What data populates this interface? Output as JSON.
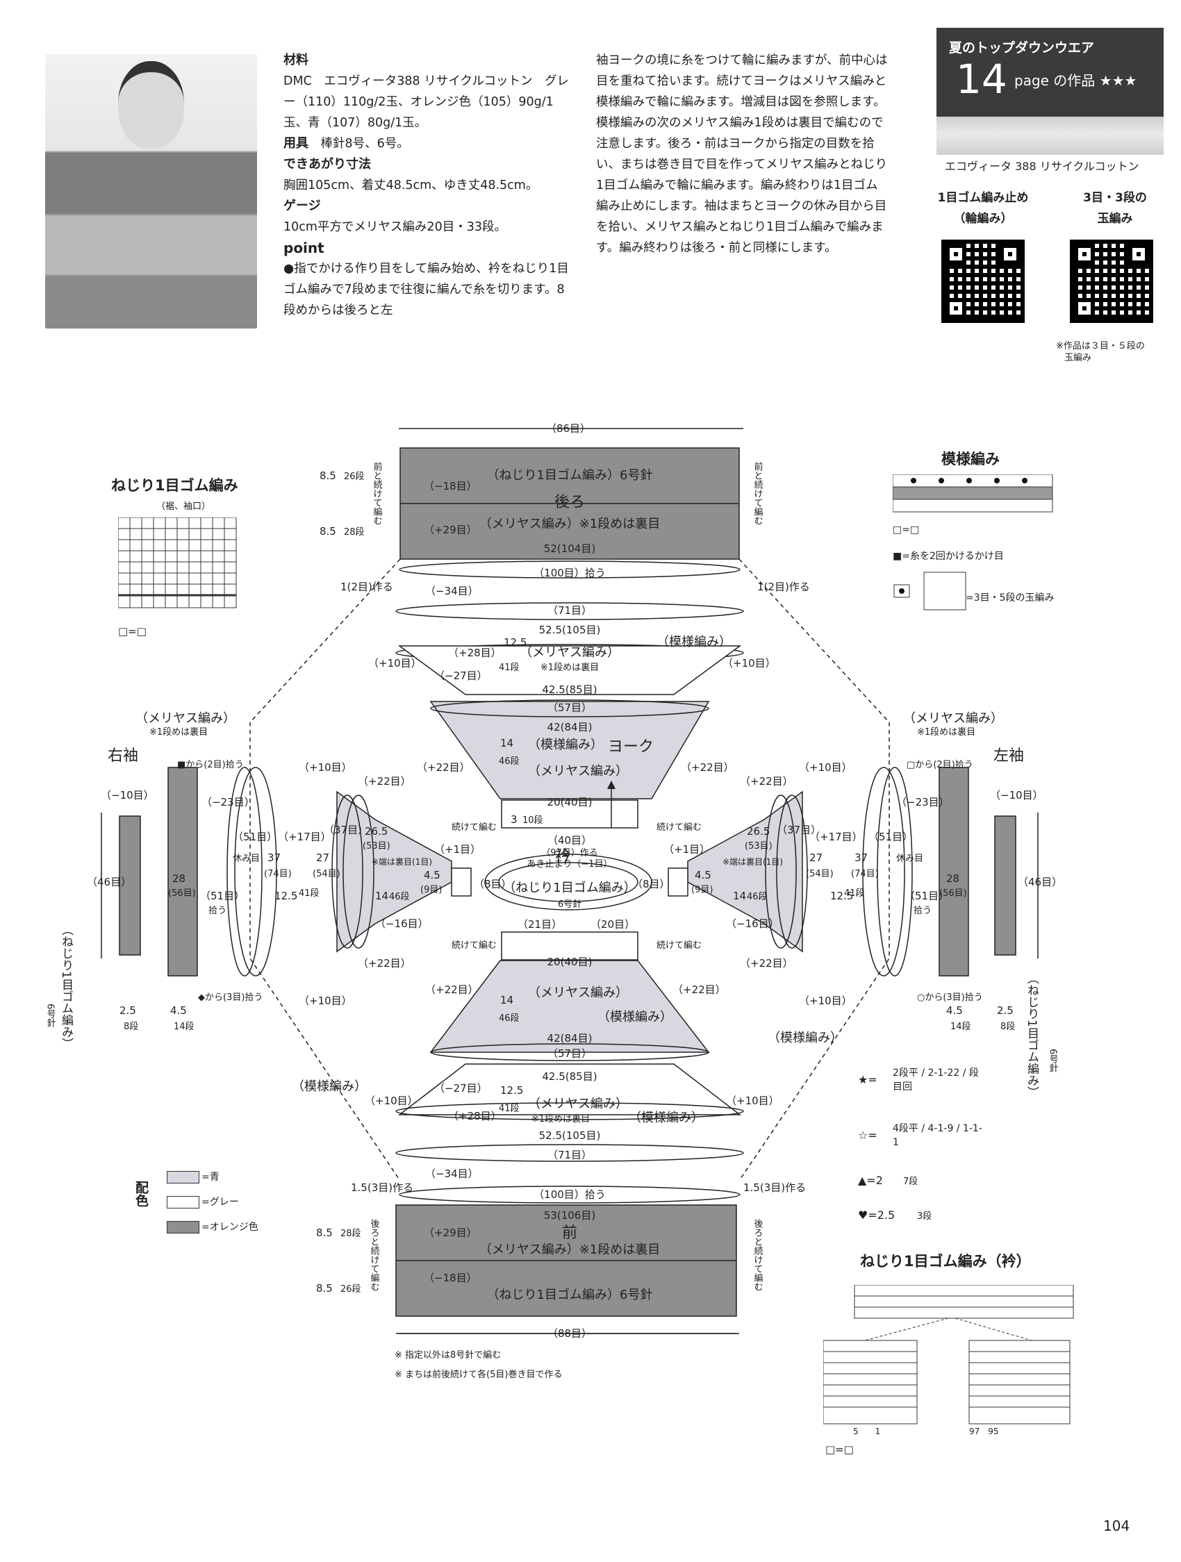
{
  "materials": {
    "title": "材料",
    "yarn_line1": "DMC　エコヴィータ388 リサイクルコットン　グレー（110）110g/2玉、オレンジ色（105）90g/1玉、青（107）80g/1玉。",
    "tools_label": "用具",
    "tools": "棒針8号、6号。",
    "size_label": "できあがり寸法",
    "size": "胸囲105cm、着丈48.5cm、ゆき丈48.5cm。",
    "gauge_label": "ゲージ",
    "gauge": "10cm平方でメリヤス編み20目・33段。",
    "point_label": "point",
    "point_text": "●指でかける作り目をして編み始め、衿をねじり1目ゴム編みで7段めまで往復に編んで糸を切ります。8段めからは後ろと左"
  },
  "instructions_col2": "袖ヨークの境に糸をつけて輪に編みますが、前中心は目を重ねて拾います。続けてヨークはメリヤス編みと模様編みで輪に編みます。増減目は図を参照します。模様編みの次のメリヤス編み1段めは裏目で編むので注意します。後ろ・前はヨークから指定の目数を拾い、まちは巻き目で目を作ってメリヤス編みとねじり1目ゴム編みで輪に編みます。編み終わりは1目ゴム編み止めにします。袖はまちとヨークの休み目から目を拾い、メリヤス編みとねじり1目ゴム編みで編みます。編み終わりは後ろ・前と同様にします。",
  "header": {
    "series": "夏のトップダウンウエア",
    "number": "14",
    "page_label": "page の作品 ★★★",
    "yarn_name": "エコヴィータ 388 リサイクルコットン"
  },
  "qr": {
    "left_label_1": "1目ゴム編み止め",
    "left_label_2": "（輪編み）",
    "right_label_1": "3目・3段の",
    "right_label_2": "玉編み",
    "note_1": "※作品は３目・５段の",
    "note_2": "玉編み"
  },
  "diagram": {
    "back_top_count": "（86目）",
    "back_rib": "（ねじり1目ゴム編み）6号針",
    "back_title": "後ろ",
    "back_st": "（メリヤス編み）※1段めは裏目",
    "back_dec": "（−18目）",
    "back_inc": "（+29目）",
    "back_width": "52(104目)",
    "back_pick": "（100目）拾う",
    "back_h1": "8.5",
    "back_h1_rows": "26段",
    "back_h2": "8.5",
    "back_h2_rows": "28段",
    "back_side": "前と続けて編む",
    "cast_left": "1(2目)作る",
    "cast_right": "1(2目)作る",
    "yoke_title": "ヨーク",
    "yoke_minus34": "（−34目）",
    "yoke_71": "（71目）",
    "yoke_525": "52.5(105目)",
    "yoke_pattern": "（模様編み）",
    "yoke_st": "（メリヤス編み）",
    "yoke_st_note": "※1段めは裏目",
    "yoke_plus28": "（+28目）",
    "yoke_minus27": "（−27目）",
    "yoke_125": "12.5",
    "yoke_41": "41段",
    "yoke_425": "42.5(85目)",
    "yoke_57": "（57目）",
    "yoke_42": "42(84目)",
    "yoke_14": "14",
    "yoke_46": "46段",
    "yoke_20": "20(40目)",
    "yoke_3": "3",
    "yoke_10": "10段",
    "yoke_40": "（40目）",
    "plus10": "（+10目）",
    "plus22": "（+22目）",
    "plus17": "（+17目）",
    "plus1": "（+1目）",
    "minus16": "（−16目）",
    "minus10": "（−10目）",
    "minus23": "（−23目）",
    "collar": "衿",
    "collar_rib": "（ねじり1目ゴム編み）",
    "collar_needle": "6号針",
    "collar_97": "（97目）作る",
    "collar_open": "あき止まり（−1目）",
    "collar_21": "（21目）",
    "collar_20": "（20目）",
    "cont": "続けて編む",
    "right_sleeve": "右袖",
    "left_sleeve": "左袖",
    "sleeve_st": "（メリヤス編み）",
    "sleeve_note": "※1段めは裏目",
    "sleeve_pattern": "（模様編み）",
    "sleeve_46": "（46目）",
    "sleeve_28": "28",
    "sleeve_56": "(56目)",
    "sleeve_51": "（51目）",
    "sleeve_pick": "拾う",
    "sleeve_37": "37",
    "sleeve_74": "(74目)",
    "sleeve_27": "27",
    "sleeve_54": "(54目)",
    "sleeve_125": "12.5",
    "sleeve_41": "41段",
    "sleeve_37b": "（37目）",
    "sleeve_265": "26.5",
    "sleeve_53": "(53目)",
    "sleeve_edge": "※端は裏目(1目)",
    "sleeve_45": "4.5",
    "sleeve_9": "(9目)",
    "sleeve_8": "（8目）",
    "sleeve_14": "14",
    "sleeve_46r": "46段",
    "sleeve_rest": "休み目",
    "sleeve_rib": "（ねじり1目ゴム編み）",
    "sleeve_needle": "6号針",
    "sleeve_25": "2.5",
    "sleeve_8r": "8段",
    "sleeve_45b": "4.5",
    "sleeve_14r": "14段",
    "from_sq_black": "■から(2目)拾う",
    "from_sq_white": "□から(2目)拾う",
    "from_dia_black": "◆から(3目)拾う",
    "from_circle": "○から(3目)拾う",
    "front_title": "前",
    "front_st": "（メリヤス編み）※1段めは裏目",
    "front_rib": "（ねじり1目ゴム編み）6号針",
    "front_width": "53(106目)",
    "front_pick": "（100目）拾う",
    "front_inc": "（+29目）",
    "front_dec": "（−18目）",
    "front_bottom": "（88目）",
    "front_side": "後ろと続けて編む",
    "front_cast_l": "1.5(3目)作る",
    "front_cast_r": "1.5(3目)作る",
    "front_h1": "8.5",
    "front_h1_rows": "28段",
    "front_h2": "8.5",
    "front_h2_rows": "26段",
    "note1": "※ 指定以外は8号針で編む",
    "note2": "※ まちは前後続けて各(5目)巻き目で作る"
  },
  "legend_color": {
    "title": "配色",
    "blue": "=青",
    "gray": "=グレー",
    "orange": "=オレンジ色",
    "blue_hex": "#d8d8e0",
    "gray_hex": "#ffffff",
    "orange_hex": "#8f8f8f"
  },
  "legend_symbols": {
    "star": "★=",
    "star_rule": "2段平 / 2-1-22 / 段目回",
    "wstar": "☆=",
    "wstar_rule": "4段平 / 4-1-9 / 1-1-1",
    "tri": "▲=2",
    "tri_rows": "7段",
    "heart": "♥=2.5",
    "heart_rows": "3段"
  },
  "charts": {
    "rib_title": "ねじり1目ゴム編み",
    "rib_sub": "（裾、袖口）",
    "rib_legend": "□=□",
    "pattern_title": "模様編み",
    "pattern_legend1": "□=□",
    "pattern_legend2": "■=糸を2回かけるかけ目",
    "pattern_legend3": "=3目・5段の玉編み",
    "collar_title": "ねじり1目ゴム編み（衿）",
    "collar_legend": "□=□",
    "collar_nums_left": "5　　1",
    "collar_nums_right": "97　95"
  },
  "page_number": "104"
}
